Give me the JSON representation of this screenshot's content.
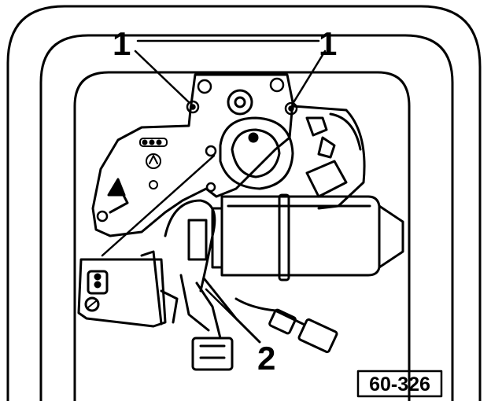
{
  "diagram": {
    "callouts": [
      {
        "id": "a",
        "label": "1"
      },
      {
        "id": "b",
        "label": "1"
      },
      {
        "id": "c",
        "label": "2"
      }
    ],
    "reference": "60-326"
  },
  "colors": {
    "ink": "#000000",
    "paper": "#ffffff"
  }
}
